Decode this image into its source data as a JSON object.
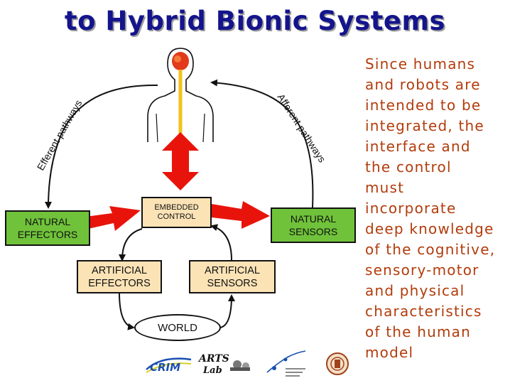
{
  "title": "to Hybrid Bionic Systems",
  "side_text": [
    "Since humans",
    "and robots are",
    "intended to be",
    "integrated, the",
    "interface and",
    "the control",
    "must",
    "incorporate",
    "deep knowledge",
    "of the cognitive,",
    "sensory-motor",
    "and physical",
    "characteristics",
    "of the human",
    "model"
  ],
  "diagram": {
    "efferent_label": "Efferent pathways",
    "afferent_label": "Afferent pathways",
    "natural_effectors": [
      "NATURAL",
      "EFFECTORS"
    ],
    "natural_sensors": [
      "NATURAL",
      "SENSORS"
    ],
    "embedded_control": [
      "EMBEDDED",
      "CONTROL"
    ],
    "artificial_effectors": [
      "ARTIFICIAL",
      "EFFECTORS"
    ],
    "artificial_sensors": [
      "ARTIFICIAL",
      "SENSORS"
    ],
    "world": "WORLD"
  },
  "colors": {
    "title": "#14148c",
    "side_text": "#b23c0c",
    "natural_box": "#6fc23a",
    "artificial_box": "#fbe3b6",
    "arrow": "#e8140c"
  },
  "logos": {
    "arts_lab": "ARTS Lab"
  }
}
